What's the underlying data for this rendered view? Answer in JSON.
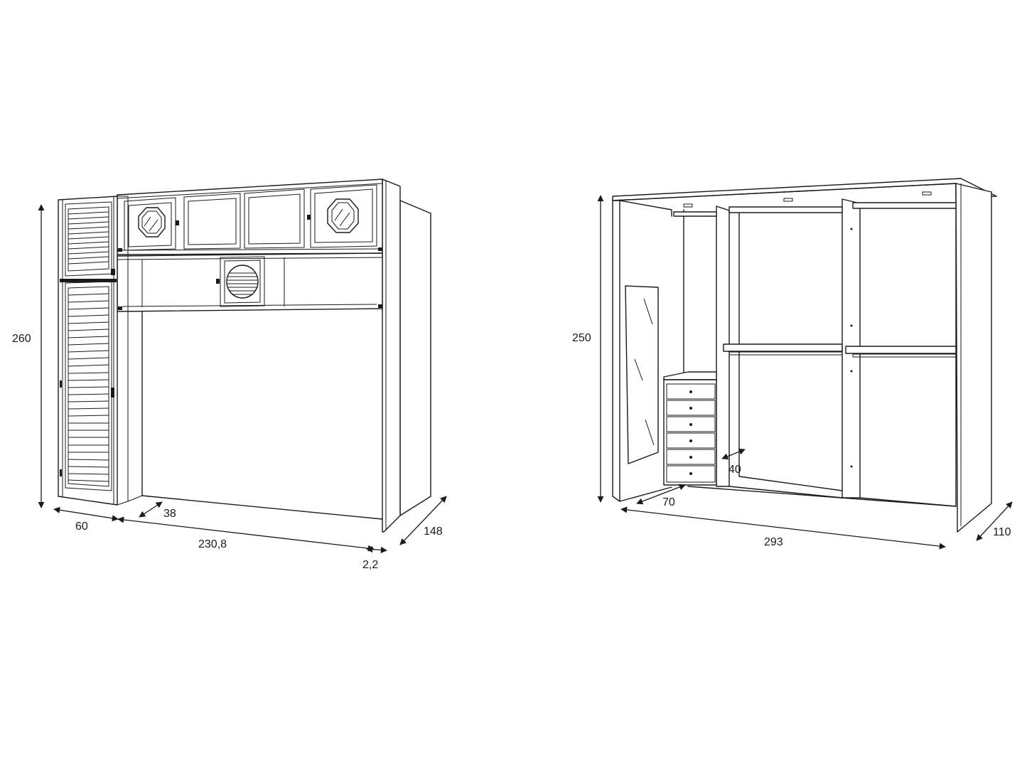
{
  "left_unit": {
    "height_label": "260",
    "side_width_label": "60",
    "main_width_label": "230,8",
    "inner_depth_label": "38",
    "panel_thickness_label": "2,2",
    "depth_label": "148"
  },
  "right_unit": {
    "height_label": "250",
    "width_label": "293",
    "drawer_depth_label": "70",
    "drawer_gap_label": "40",
    "depth_label": "110"
  },
  "colors": {
    "line": "#1a1a1a",
    "background": "#ffffff"
  }
}
